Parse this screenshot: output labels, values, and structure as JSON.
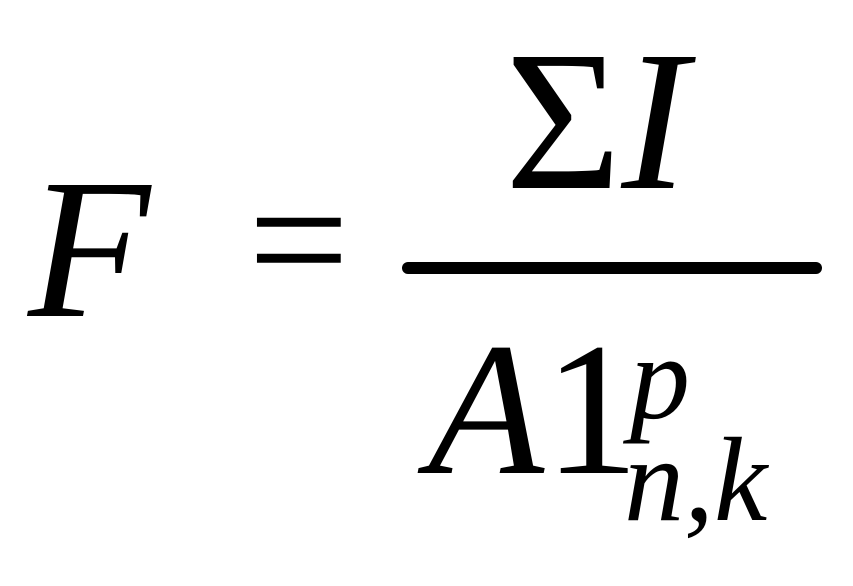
{
  "formula": {
    "lhs": "F",
    "equals": "=",
    "numerator": {
      "operator": "Σ",
      "variable": "I"
    },
    "denominator": {
      "variable": "A",
      "number": "1",
      "superscript": "p",
      "subscript": "n,k"
    }
  }
}
